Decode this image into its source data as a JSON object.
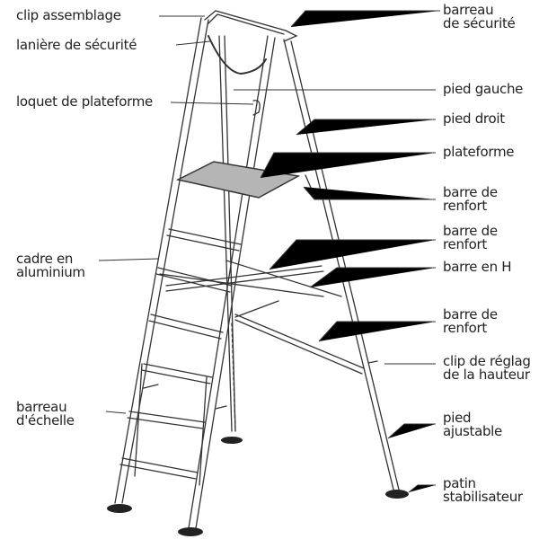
{
  "title": "Escabeau à plateforme",
  "labels_left": {
    "clip_assemblage": "clip assemblage",
    "laniere": "lanière de sécurité",
    "loquet": "loquet de plateforme",
    "cadre_1": "cadre en",
    "cadre_2": "aluminium",
    "barreau_1": "barreau",
    "barreau_2": "d'échelle"
  },
  "labels_right": {
    "securite_1": "barreau",
    "securite_2": "de sécurité",
    "pied_gauche": "pied gauche",
    "pied_droit": "pied droit",
    "plateforme": "plateforme",
    "renfort1_1": "barre de",
    "renfort1_2": "renfort",
    "renfort2_1": "barre de",
    "renfort2_2": "renfort",
    "barre_h": "barre en H",
    "renfort3_1": "barre de",
    "renfort3_2": "renfort",
    "clip_1": "clip de réglag",
    "clip_2": "de la hauteur",
    "pied_aj_1": "pied",
    "pied_aj_2": "ajustable",
    "patin_1": "patin",
    "patin_2": "stabilisateur"
  },
  "colors": {
    "line": "#333333",
    "platform": "#b5b5b5",
    "foot": "#222222"
  }
}
